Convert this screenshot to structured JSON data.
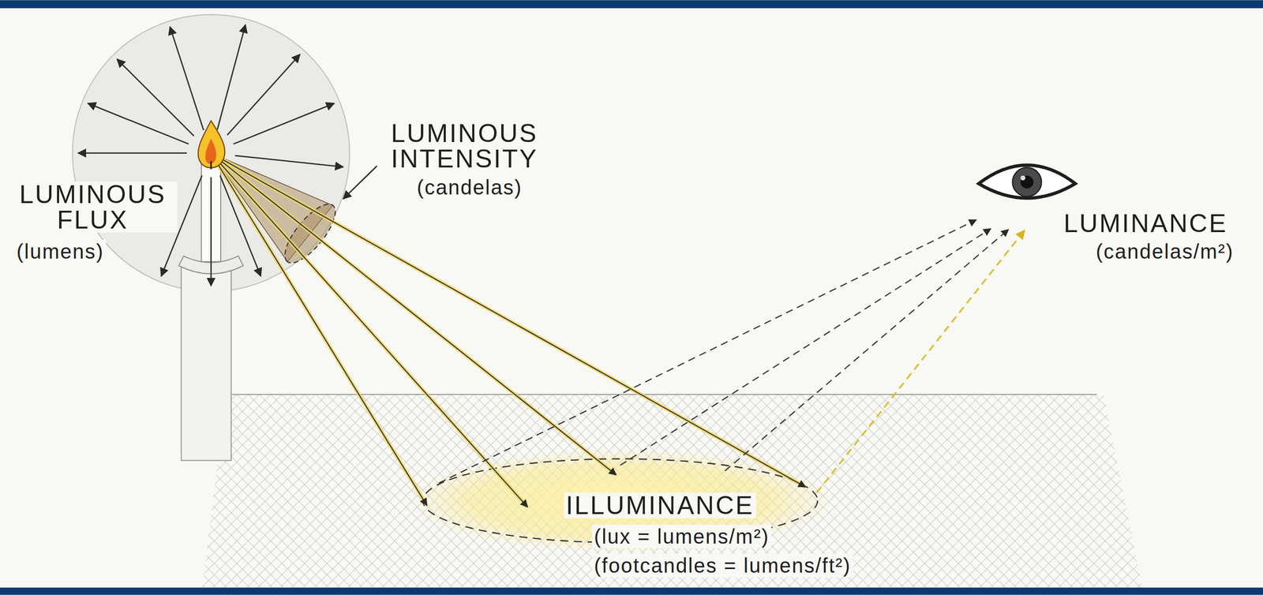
{
  "diagram": {
    "labels": [
      "LUMINOUS FLUX",
      "(lumens)",
      "LUMINOUS INTENSITY",
      "(candelas)",
      "LUMINANCE",
      "(candelas/m²)",
      "ILLUMINANCE",
      "(lux = lumens/m²)",
      "(footcandles = lumens/ft²)"
    ]
  }
}
